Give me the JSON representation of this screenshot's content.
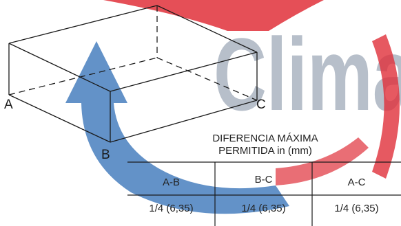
{
  "watermark": {
    "text": "Clima",
    "color_red": "#e0303a",
    "color_blue": "#2f6db5",
    "color_grey": "#9aa4b4"
  },
  "diagram": {
    "labels": {
      "a": "A",
      "b": "B",
      "c": "C"
    },
    "line_color": "#1a1a1a"
  },
  "table": {
    "title_line1": "DIFERENCIA MÁXIMA",
    "title_line2": "PERMITIDA in (mm)",
    "headers": [
      "A-B",
      "B-C",
      "A-C"
    ],
    "values": [
      "1/4  (6,35)",
      "1/4  (6,35)",
      "1/4  (6,35)"
    ]
  }
}
